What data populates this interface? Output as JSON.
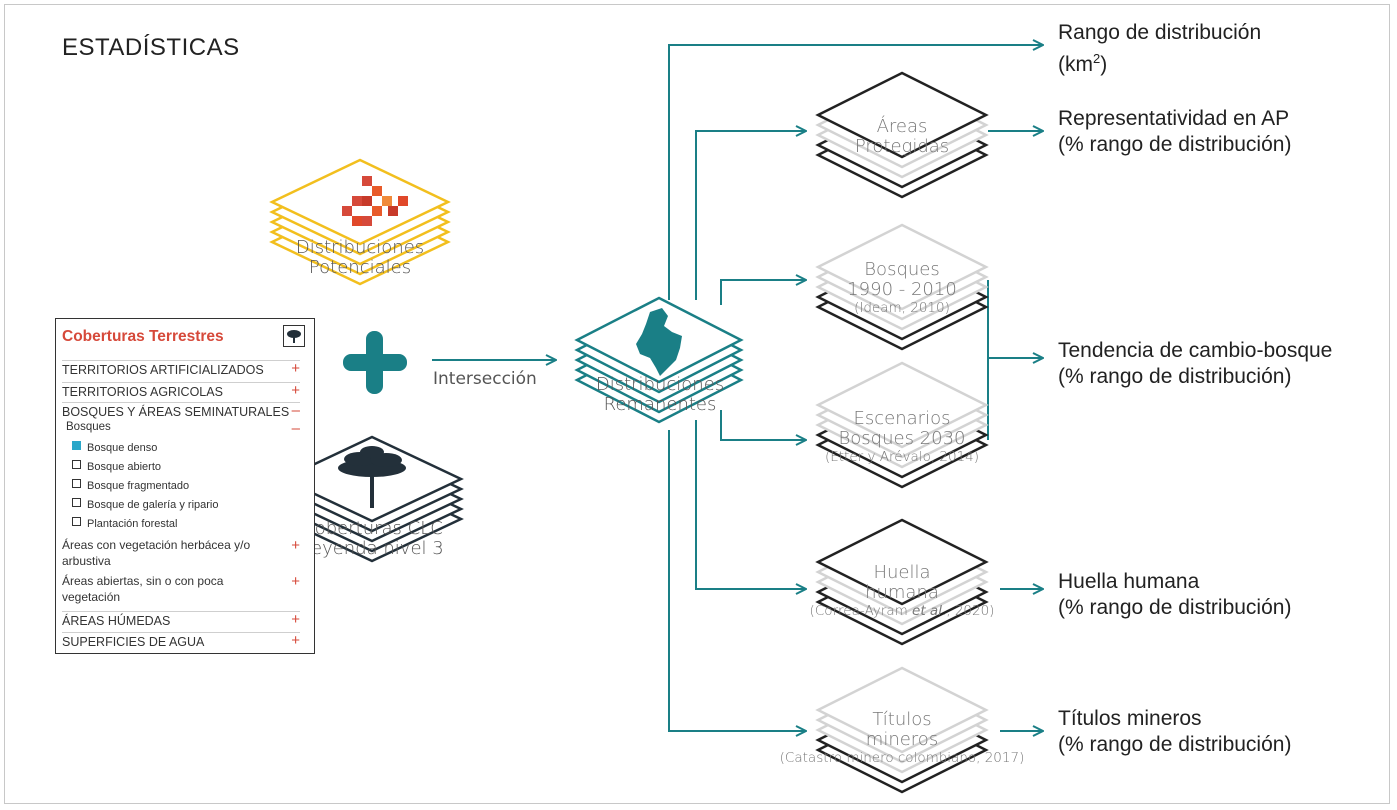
{
  "header": {
    "title": "ESTADÍSTICAS"
  },
  "colors": {
    "teal": "#1a7f86",
    "yellow": "#f2bf1e",
    "dark": "#23303a",
    "gray": "#d3d3d3",
    "red": "#d6493a"
  },
  "inputs": {
    "potenciales": [
      "Distribuciones",
      "Potenciales"
    ],
    "clc": [
      "Coberturas CLC",
      "Leyenda nivel 3"
    ],
    "interseccion": "Intersección",
    "remanentes": [
      "Distribuciones",
      "Remanentes"
    ]
  },
  "layers": {
    "areas": [
      "Áreas",
      "Protegidas"
    ],
    "bosques": {
      "lines": [
        "Bosques",
        "1990 - 2010"
      ],
      "ref": "(Ideam, 2010)"
    },
    "escenarios": {
      "lines": [
        "Escenarios",
        "Bosques 2030"
      ],
      "ref": "(Etter y Arévalo, 2014)"
    },
    "huella": {
      "lines": [
        "Huella",
        "humana"
      ],
      "ref_pre": "(Correa-Ayram ",
      "ref_it": "et al",
      "ref_post": "., 2020)"
    },
    "titulos": {
      "lines": [
        "Títulos",
        "mineros"
      ],
      "ref": "(Catastro minero colombiano, 2017)"
    }
  },
  "outputs": {
    "rango": {
      "l1": "Rango de distribución",
      "l2a": "(km",
      "l2sup": "2",
      "l2b": ")"
    },
    "representatividad": [
      "Representatividad en AP",
      "(% rango de distribución)"
    ],
    "tendencia": [
      "Tendencia de cambio-bosque",
      "(% rango de distribución)"
    ],
    "huella": [
      "Huella humana",
      "(% rango de distribución)"
    ],
    "titulos": [
      "Títulos mineros",
      "(% rango de distribución)"
    ]
  },
  "legend": {
    "title": "Coberturas Terrestres",
    "rows": [
      {
        "label": "TERRITORIOS ARTIFICIALIZADOS",
        "sign": "+"
      },
      {
        "label": "TERRITORIOS AGRICOLAS",
        "sign": "+"
      },
      {
        "label": "BOSQUES Y ÁREAS SEMINATURALES",
        "sign": "–"
      },
      {
        "label": "Bosques",
        "sign": "–"
      },
      {
        "label": "Bosque denso"
      },
      {
        "label": "Bosque abierto"
      },
      {
        "label": "Bosque fragmentado"
      },
      {
        "label": "Bosque de galería y ripario"
      },
      {
        "label": "Plantación forestal"
      },
      {
        "label": "Áreas con vegetación herbácea y/o",
        "sign": "+"
      },
      {
        "label": "arbustiva"
      },
      {
        "label": "Áreas abiertas, sin o con poca",
        "sign": "+"
      },
      {
        "label": "vegetación"
      },
      {
        "label": "ÁREAS HÚMEDAS",
        "sign": "+"
      },
      {
        "label": "SUPERFICIES DE AGUA",
        "sign": "+"
      }
    ]
  }
}
